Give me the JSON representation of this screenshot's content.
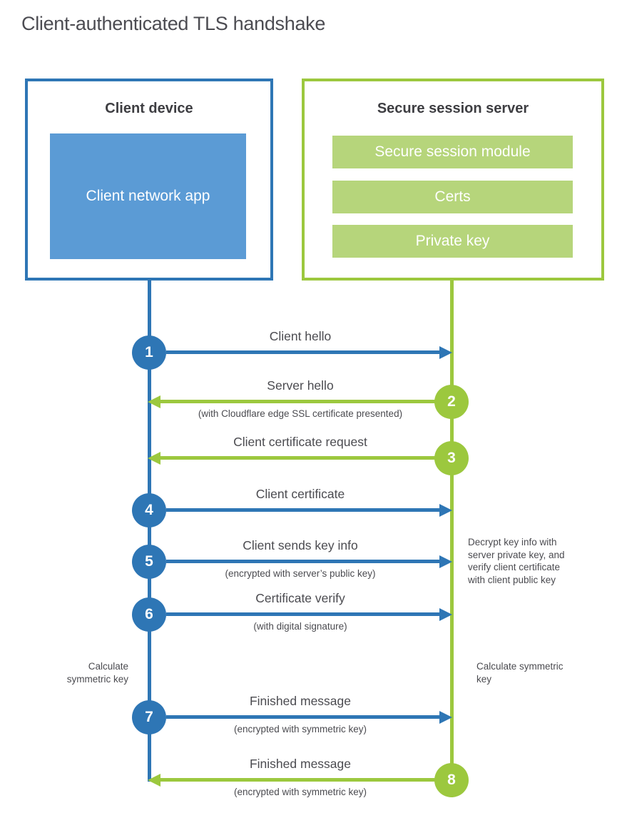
{
  "title": "Client-authenticated TLS handshake",
  "colors": {
    "client_blue": "#2e76b5",
    "client_app_fill": "#5b9bd5",
    "server_green": "#9cc83e",
    "server_module_fill": "#b6d57b",
    "text_gray": "#4b4b50"
  },
  "client": {
    "title": "Client device",
    "app_label": "Client network app"
  },
  "server": {
    "title": "Secure session server",
    "modules": [
      "Secure session module",
      "Certs",
      "Private key"
    ]
  },
  "steps": [
    {
      "num": "1",
      "from": "client",
      "to": "server",
      "label": "Client hello",
      "sub": ""
    },
    {
      "num": "2",
      "from": "server",
      "to": "client",
      "label": "Server hello",
      "sub": "(with Cloudflare edge SSL certificate presented)"
    },
    {
      "num": "3",
      "from": "server",
      "to": "client",
      "label": "Client certificate request",
      "sub": ""
    },
    {
      "num": "4",
      "from": "client",
      "to": "server",
      "label": "Client certificate",
      "sub": ""
    },
    {
      "num": "5",
      "from": "client",
      "to": "server",
      "label": "Client sends key info",
      "sub": "(encrypted with server’s public key)"
    },
    {
      "num": "6",
      "from": "client",
      "to": "server",
      "label": "Certificate verify",
      "sub": "(with digital signature)"
    },
    {
      "num": "7",
      "from": "client",
      "to": "server",
      "label": "Finished message",
      "sub": "(encrypted with symmetric key)"
    },
    {
      "num": "8",
      "from": "server",
      "to": "client",
      "label": "Finished message",
      "sub": "(encrypted with symmetric key)"
    }
  ],
  "notes": {
    "decrypt_lines": [
      "Decrypt key info with",
      "server private key, and",
      "verify client certificate",
      "with client public key"
    ],
    "calculate_left": "Calculate symmetric key",
    "calculate_right": "Calculate symmetric key"
  }
}
